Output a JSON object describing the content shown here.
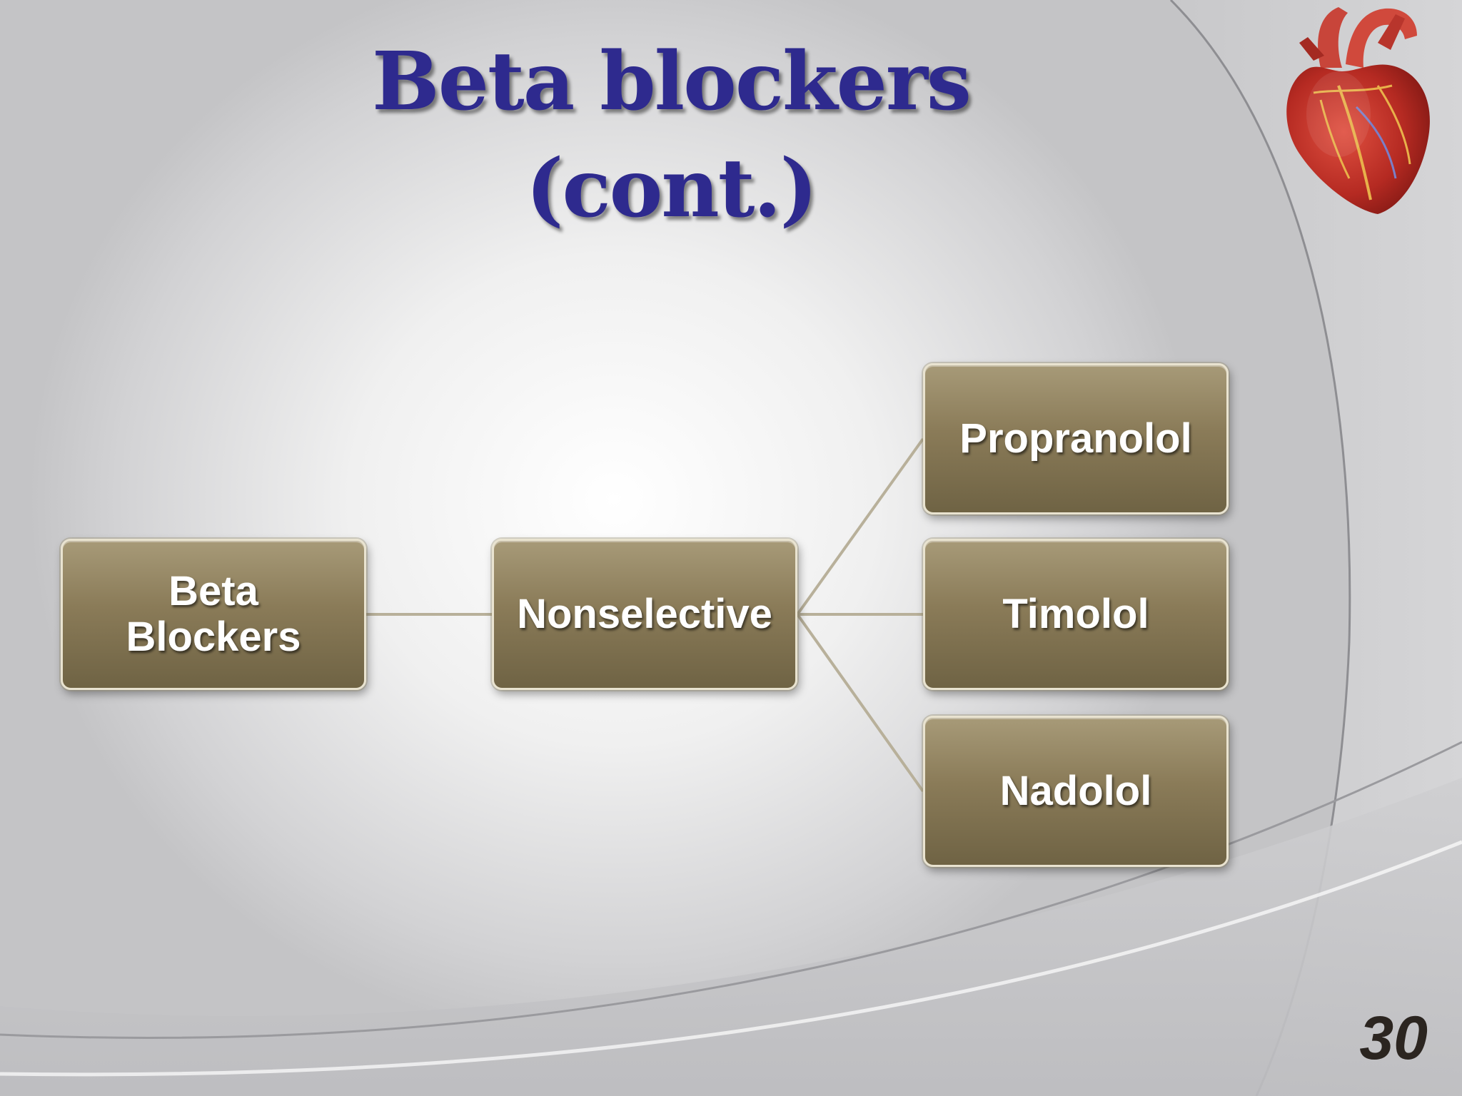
{
  "slide": {
    "title_line1": "Beta blockers",
    "title_line2": "(cont.)",
    "page_number": "30"
  },
  "diagram": {
    "root": "Beta\nBlockers",
    "category": "Nonselective",
    "children": [
      "Propranolol",
      "Timolol",
      "Nadolol"
    ]
  },
  "decoration": {
    "image": "heart-illustration-icon"
  },
  "colors": {
    "title": "#2e2a8e",
    "node_fill": "#8a7b58",
    "node_border": "#e9e3d0",
    "connector": "#b8b09a",
    "page_number": "#2b2520"
  }
}
